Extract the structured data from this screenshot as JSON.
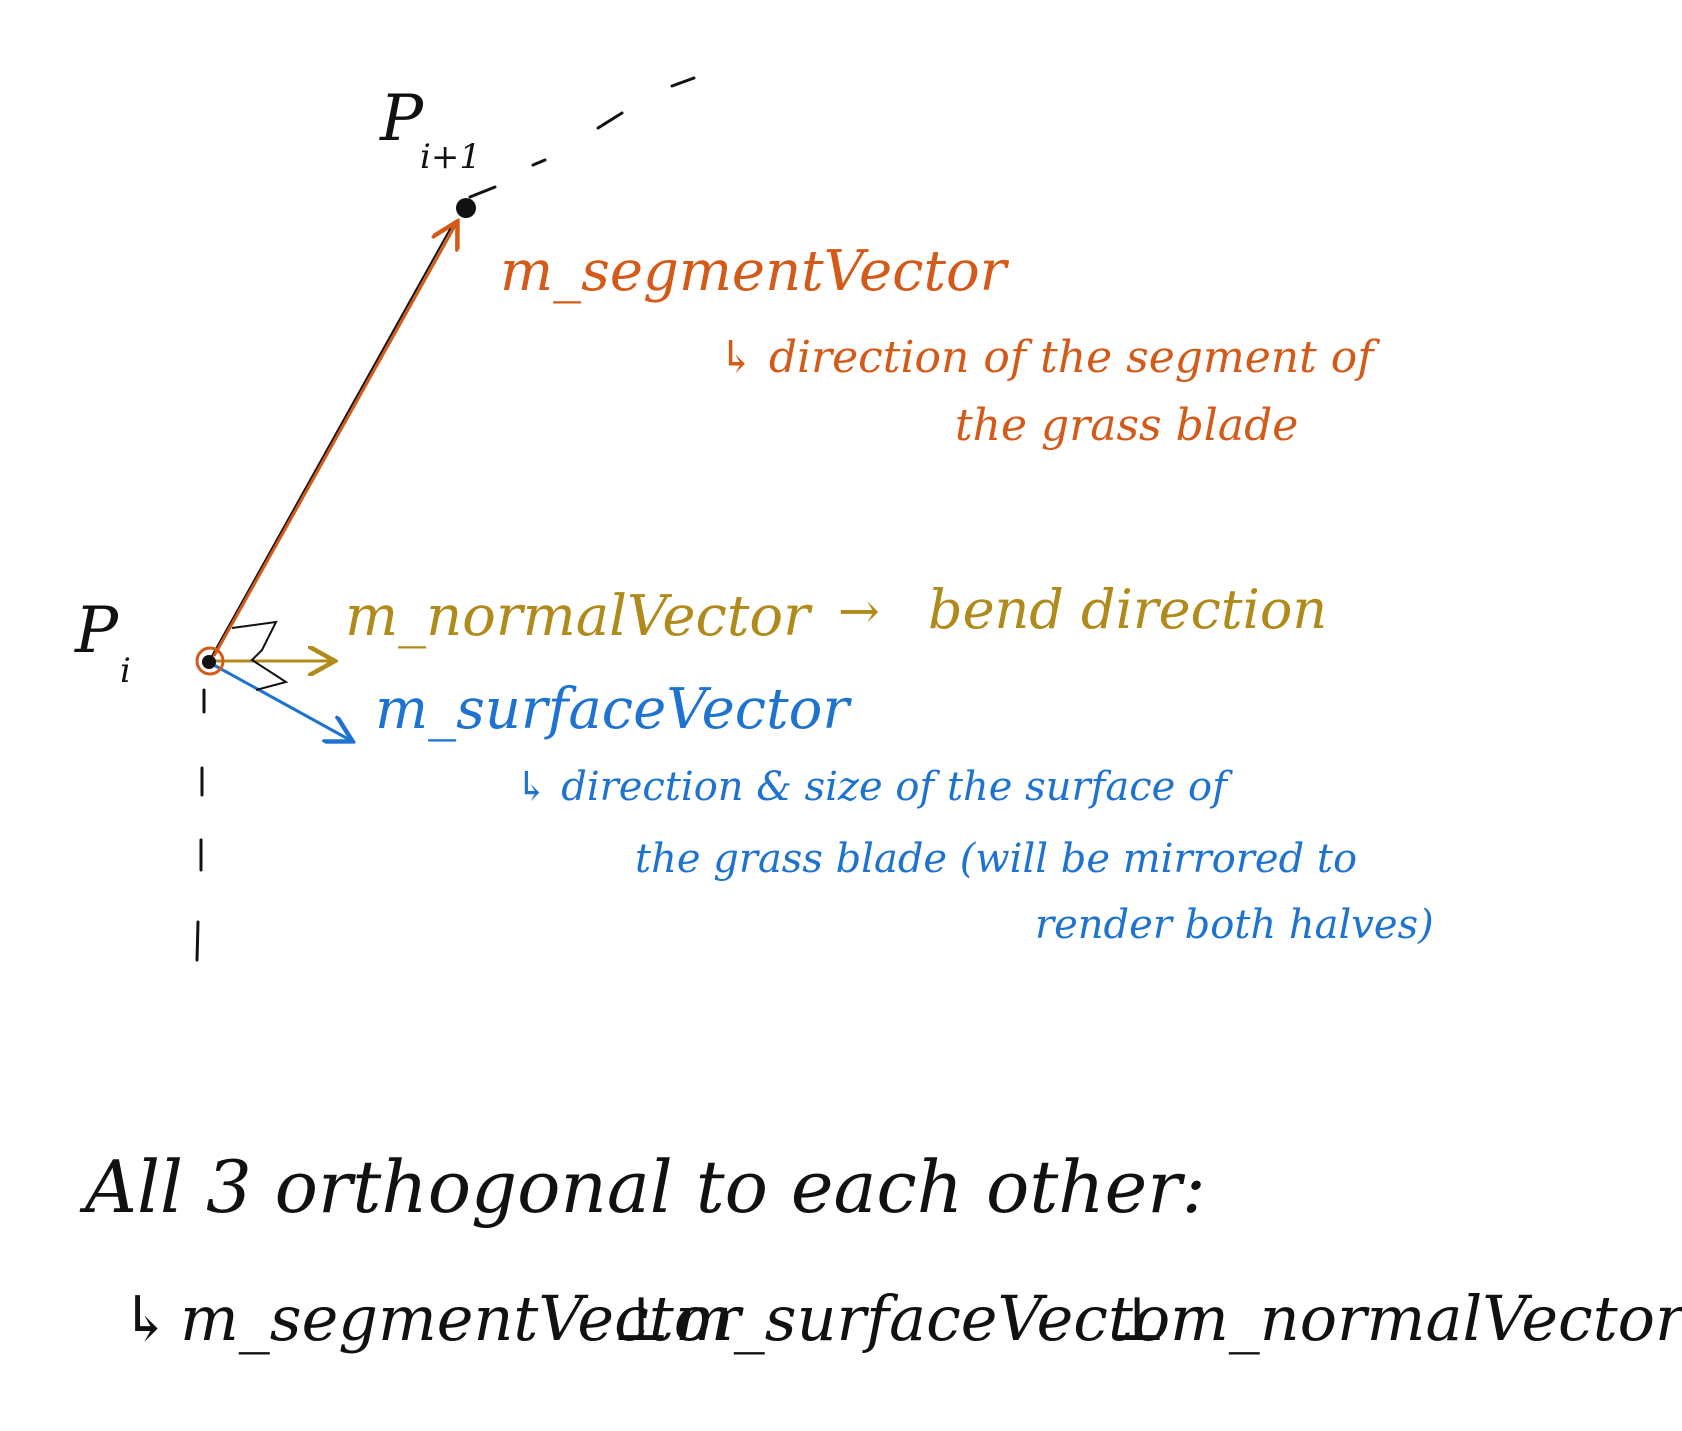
{
  "points": {
    "p_i": "P",
    "p_i_sub": "i",
    "p_next": "P",
    "p_next_sub": "i+1"
  },
  "segment": {
    "name": "m_segmentVector",
    "desc_line1": "↳ direction of the segment of",
    "desc_line2": "the grass blade"
  },
  "normal": {
    "name": "m_normalVector",
    "arrow": "→",
    "desc": "bend direction"
  },
  "surface": {
    "name": "m_surfaceVector",
    "desc_line1": "↳ direction & size of the surface of",
    "desc_line2": "the grass blade (will be mirrored to",
    "desc_line3": "render both halves)"
  },
  "footer": {
    "line1": "All 3 orthogonal to each other:",
    "line2_prefix": "↳",
    "term1": "m_segmentVector",
    "perp1": "⊥",
    "term2": "m_surfaceVector",
    "perp2": "⊥",
    "term3": "m_normalVector"
  },
  "colors": {
    "segment": "#d35a18",
    "normal": "#b08a1a",
    "surface": "#1f73d0",
    "ink": "#111111"
  }
}
